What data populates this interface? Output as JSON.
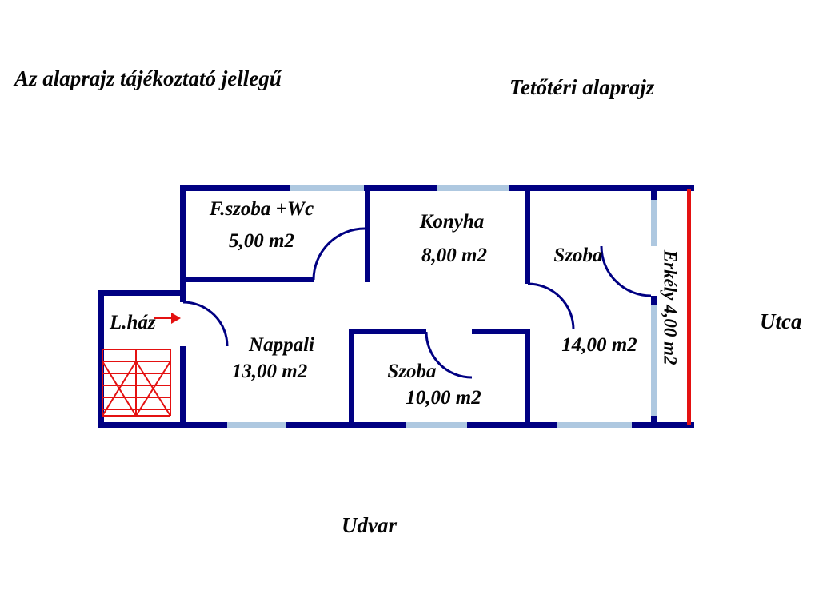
{
  "annotations": {
    "disclaimer": "Az alaprajz tájékoztató jellegű",
    "plan_title": "Tetőtéri alaprajz",
    "street": "Utca",
    "yard": "Udvar"
  },
  "rooms": {
    "fszoba": {
      "name": "F.szoba +Wc",
      "area": "5,00 m2"
    },
    "konyha": {
      "name": "Konyha",
      "area": "8,00 m2"
    },
    "szoba_right": {
      "name": "Szoba",
      "area": "14,00 m2"
    },
    "szoba_bottom": {
      "name": "Szoba",
      "area": "10,00 m2"
    },
    "nappali": {
      "name": "Nappali",
      "area": "13,00 m2"
    },
    "lhaz": {
      "name": "L.ház"
    },
    "erkely": {
      "label": "Erkély 4,00 m2"
    }
  },
  "colors": {
    "wall": "#000082",
    "window": "#aec8e0",
    "stairs": "#e41111",
    "balcony_edge": "#e41111",
    "text": "#050505"
  }
}
